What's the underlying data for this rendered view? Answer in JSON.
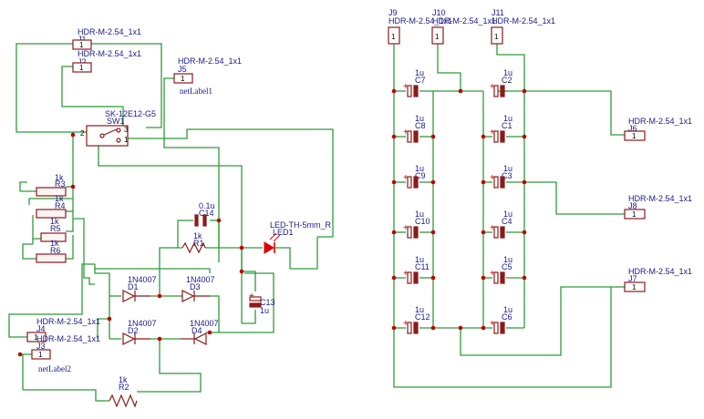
{
  "connectors": {
    "J1": {
      "ref": "J1",
      "model": "HDR-M-2.54_1x1",
      "pin": "1"
    },
    "J2": {
      "ref": "J2",
      "model": "HDR-M-2.54_1x1",
      "pin": "1"
    },
    "J3": {
      "ref": "J3",
      "model": "HDR-M-2.54_1x1",
      "pin": "1"
    },
    "J4": {
      "ref": "J4",
      "model": "HDR-M-2.54_1x1",
      "pin": "1"
    },
    "J5": {
      "ref": "J5",
      "model": "HDR-M-2.54_1x1",
      "pin": "1"
    },
    "J6": {
      "ref": "J6",
      "model": "HDR-M-2.54_1x1",
      "pin": "1"
    },
    "J7": {
      "ref": "J7",
      "model": "HDR-M-2.54_1x1",
      "pin": "1"
    },
    "J8": {
      "ref": "J8",
      "model": "HDR-M-2.54_1x1",
      "pin": "1"
    },
    "J9": {
      "ref": "J9",
      "model": "HDR-M-2.54_1x1",
      "pin": "1"
    },
    "J10": {
      "ref": "J10",
      "model": "HDR-M-2.54_1x1",
      "pin": "1"
    },
    "J11": {
      "ref": "J11",
      "model": "HDR-M-2.54_1x1",
      "pin": "1"
    }
  },
  "switch": {
    "ref": "SW1",
    "model": "SK-12E12-G5",
    "pin1": "1",
    "pin2": "2",
    "pin3": "3"
  },
  "resistors": {
    "R1": {
      "ref": "R1",
      "value": "1k"
    },
    "R2": {
      "ref": "R2",
      "value": "1k"
    },
    "R3": {
      "ref": "R3",
      "value": "1k"
    },
    "R4": {
      "ref": "R4",
      "value": "1k"
    },
    "R5": {
      "ref": "R5",
      "value": "1k"
    },
    "R6": {
      "ref": "R6",
      "value": "1k"
    }
  },
  "diodes": {
    "D1": {
      "ref": "D1",
      "model": "1N4007"
    },
    "D2": {
      "ref": "D2",
      "model": "1N4007"
    },
    "D3": {
      "ref": "D3",
      "model": "1N4007"
    },
    "D4": {
      "ref": "D4",
      "model": "1N4007"
    }
  },
  "led": {
    "ref": "LED1",
    "model": "LED-TH-5mm_R"
  },
  "capacitors": {
    "C1": {
      "ref": "C1",
      "value": "1u"
    },
    "C2": {
      "ref": "C2",
      "value": "1u"
    },
    "C3": {
      "ref": "C3",
      "value": "1u"
    },
    "C4": {
      "ref": "C4",
      "value": "1u"
    },
    "C5": {
      "ref": "C5",
      "value": "1u"
    },
    "C6": {
      "ref": "C6",
      "value": "1u"
    },
    "C7": {
      "ref": "C7",
      "value": "1u"
    },
    "C8": {
      "ref": "C8",
      "value": "1u"
    },
    "C9": {
      "ref": "C9",
      "value": "1u"
    },
    "C10": {
      "ref": "C10",
      "value": "1u"
    },
    "C11": {
      "ref": "C11",
      "value": "1u"
    },
    "C12": {
      "ref": "C12",
      "value": "1u"
    },
    "C13": {
      "ref": "C13",
      "value": "1u"
    },
    "C14": {
      "ref": "C14",
      "value": "0.1u"
    }
  },
  "net_labels": {
    "label1": "netLabel1",
    "label2": "netLabel2"
  },
  "polarity": {
    "plus": "+"
  }
}
